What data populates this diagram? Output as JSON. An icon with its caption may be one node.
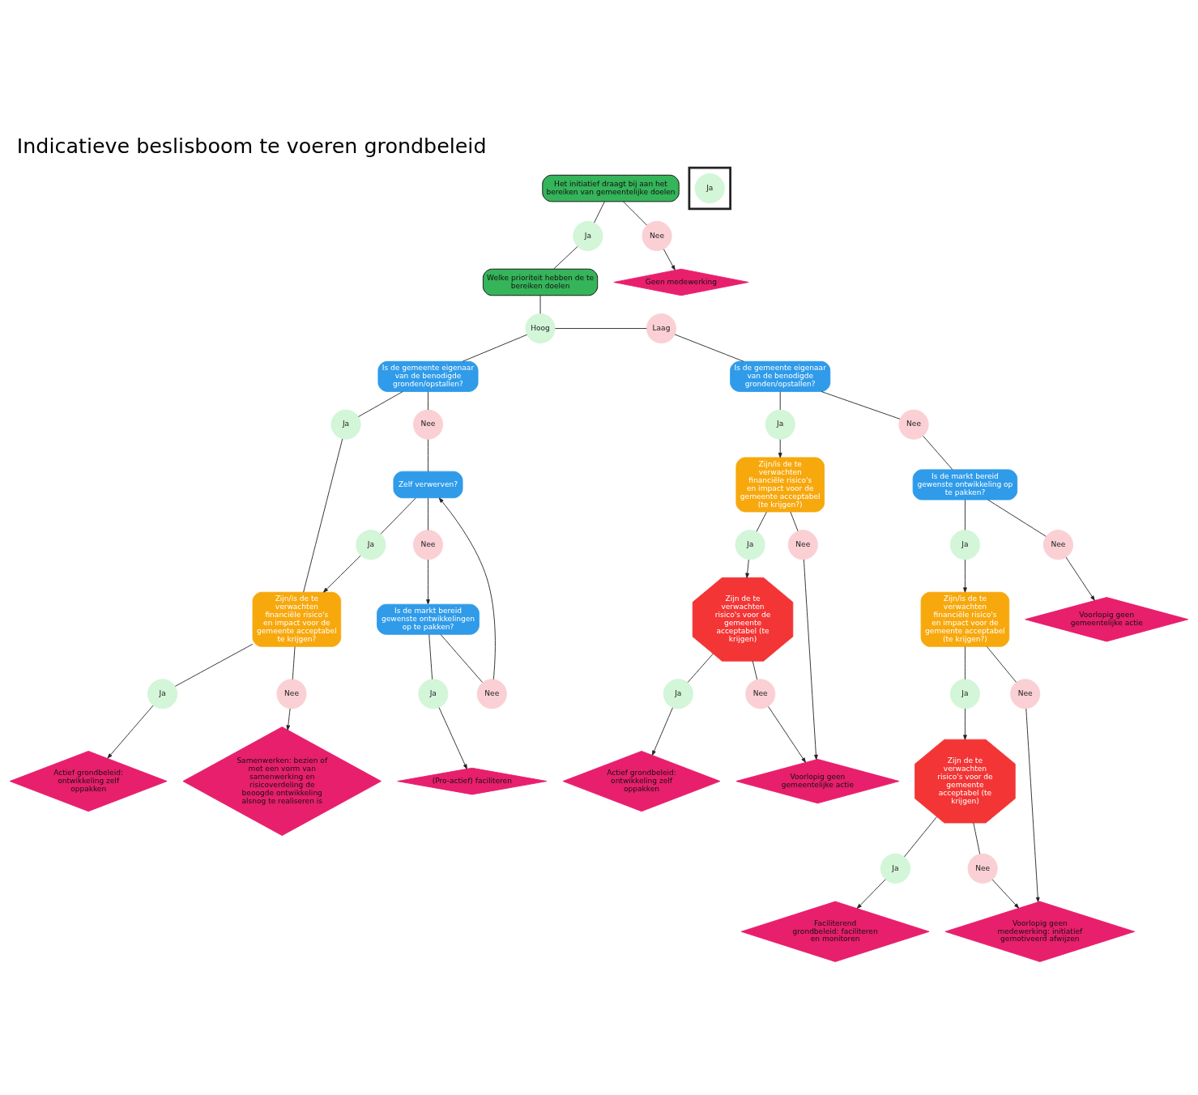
{
  "diagram": {
    "title": "Indicatieve beslisboom te voeren grondbeleid",
    "nodes": [
      {
        "text": [
          "Het initiatief draagt bij aan het bereiken van gemeentelijke doelen"
        ]
      },
      {
        "text": [
          "Ja"
        ]
      },
      {
        "text": [
          "Nee"
        ]
      },
      {
        "text": [
          "Geen medewerking"
        ]
      },
      {
        "text": [
          "Welke prioriteit hebben de te bereiken doelen"
        ]
      },
      {
        "text": [
          "Hoog"
        ]
      },
      {
        "text": [
          "Laag"
        ]
      },
      {
        "text": [
          "Is de gemeente eigenaar van de benodigde gronden/opstallen?"
        ]
      },
      {
        "text": [
          "Is de gemeente eigenaar van de benodigde gronden/opstallen?"
        ]
      },
      {
        "text": [
          "Ja"
        ]
      },
      {
        "text": [
          "Nee"
        ]
      },
      {
        "text": [
          "Ja"
        ]
      },
      {
        "text": [
          "Nee"
        ]
      },
      {
        "text": [
          "Zijn/is de te verwachten financiële risico's en impact voor de gemeente acceptabel te krijgen?"
        ]
      },
      {
        "text": [
          "Zelf verwerven?"
        ]
      },
      {
        "text": [
          "Zijn/is de te verwachten financiële risico's en impact voor de gemeente acceptabel (te krijgen?)"
        ]
      },
      {
        "text": [
          "Is de markt bereid gewenste ontwikkeling op te pakken?"
        ]
      },
      {
        "text": [
          "Ja"
        ]
      },
      {
        "text": [
          "Nee"
        ]
      },
      {
        "text": [
          "Ja"
        ]
      },
      {
        "text": [
          "Nee"
        ]
      },
      {
        "text": [
          "Ja"
        ]
      },
      {
        "text": [
          "Nee"
        ]
      },
      {
        "text": [
          "Ja"
        ]
      },
      {
        "text": [
          "Nee"
        ]
      },
      {
        "text": [
          "Actief grondbeleid: ontwikkeling zelf oppakken"
        ]
      },
      {
        "text": [
          "Samenwerken: bezien of met een vorm van samenwerking en risicoverdeling de beoogde ontwikkeling alsnog te realiseren is"
        ]
      },
      {
        "text": [
          "Is de markt bereid gewenste ontwikkelingen op te pakken?"
        ]
      },
      {
        "text": [
          "Zijn de te verwachten risico's voor de gemeente acceptabel (te krijgen)"
        ]
      },
      {
        "text": [
          "Zijn/is de te verwachten financiële risico's en impact voor de gemeente acceptabel (te krijgen?)"
        ]
      },
      {
        "text": [
          "Voorlopig geen gemeentelijke actie"
        ]
      },
      {
        "text": [
          "Ja"
        ]
      },
      {
        "text": [
          "Nee"
        ]
      },
      {
        "text": [
          "(Pro-actief) faciliteren"
        ]
      },
      {
        "text": [
          "Ja"
        ]
      },
      {
        "text": [
          "Nee"
        ]
      },
      {
        "text": [
          "Ja"
        ]
      },
      {
        "text": [
          "Nee"
        ]
      },
      {
        "text": [
          "Actief grondbeleid: ontwikkeling zelf oppakken"
        ]
      },
      {
        "text": [
          "Voorlopig geen gemeentelijke actie"
        ]
      },
      {
        "text": [
          "Zijn de te verwachten risico's voor de gemeente acceptabel (te krijgen)"
        ]
      },
      {
        "text": [
          "Ja"
        ]
      },
      {
        "text": [
          "Nee"
        ]
      },
      {
        "text": [
          "Faciliterend grondbeleid: faciliteren en monitoren"
        ]
      },
      {
        "text": [
          "Voorlopig geen medewerking: initiatief gemotiveerd afwijzen"
        ]
      },
      {
        "text": [],
        "shape": "box"
      },
      {
        "text": [
          "Ja"
        ],
        "in": 45
      }
    ],
    "edges": [
      {
        "from": 0,
        "to": 1,
        "arrow": "none"
      },
      {
        "from": 0,
        "to": 2,
        "arrow": "none"
      },
      {
        "from": 2,
        "to": 3,
        "arrow": "to"
      },
      {
        "from": 1,
        "to": 4,
        "arrow": "none"
      },
      {
        "from": 4,
        "to": 5,
        "arrow": "none"
      },
      {
        "from": 5,
        "to": 6,
        "arrow": "none"
      },
      {
        "from": 5,
        "to": 7,
        "arrow": "none"
      },
      {
        "from": 6,
        "to": 8,
        "arrow": "none"
      },
      {
        "from": 7,
        "to": 9,
        "arrow": "none"
      },
      {
        "from": 7,
        "to": 10,
        "arrow": "none"
      },
      {
        "from": 8,
        "to": 11,
        "arrow": "none"
      },
      {
        "from": 8,
        "to": 12,
        "arrow": "none"
      },
      {
        "from": 9,
        "to": 13,
        "arrow": "none"
      },
      {
        "from": 10,
        "to": 14,
        "arrow": "none"
      },
      {
        "from": 11,
        "to": 15,
        "arrow": "to"
      },
      {
        "from": 12,
        "to": 16,
        "arrow": "none"
      },
      {
        "from": 13,
        "to": 17,
        "arrow": "none"
      },
      {
        "from": 13,
        "to": 18,
        "arrow": "none"
      },
      {
        "from": 14,
        "to": 19,
        "arrow": "none"
      },
      {
        "from": 14,
        "to": 20,
        "arrow": "none"
      },
      {
        "from": 19,
        "to": 13,
        "arrow": "to"
      },
      {
        "from": 15,
        "to": 21,
        "arrow": "none"
      },
      {
        "from": 15,
        "to": 22,
        "arrow": "none"
      },
      {
        "from": 16,
        "to": 23,
        "arrow": "none"
      },
      {
        "from": 16,
        "to": 24,
        "arrow": "none"
      },
      {
        "from": 17,
        "to": 25,
        "arrow": "to"
      },
      {
        "from": 18,
        "to": 26,
        "arrow": "to"
      },
      {
        "from": 20,
        "to": 27,
        "arrow": "to"
      },
      {
        "from": 21,
        "to": 28,
        "arrow": "to"
      },
      {
        "from": 22,
        "to": 39,
        "arrow": "to"
      },
      {
        "from": 23,
        "to": 29,
        "arrow": "to"
      },
      {
        "from": 24,
        "to": 30,
        "arrow": "to"
      },
      {
        "from": 27,
        "to": 31,
        "arrow": "none"
      },
      {
        "from": 27,
        "to": 32,
        "arrow": "none"
      },
      {
        "from": 31,
        "to": 33,
        "arrow": "to"
      },
      {
        "from": 32,
        "to": 14,
        "arrow": "to"
      },
      {
        "from": 28,
        "to": 34,
        "arrow": "none"
      },
      {
        "from": 28,
        "to": 35,
        "arrow": "none"
      },
      {
        "from": 29,
        "to": 36,
        "arrow": "none"
      },
      {
        "from": 29,
        "to": 37,
        "arrow": "none"
      },
      {
        "from": 34,
        "to": 38,
        "arrow": "to"
      },
      {
        "from": 35,
        "to": 39,
        "arrow": "to"
      },
      {
        "from": 36,
        "to": 40,
        "arrow": "to"
      },
      {
        "from": 37,
        "to": 44,
        "arrow": "to"
      },
      {
        "from": 40,
        "to": 41,
        "arrow": "none"
      },
      {
        "from": 40,
        "to": 42,
        "arrow": "none"
      },
      {
        "from": 41,
        "to": 43,
        "arrow": "to"
      },
      {
        "from": 42,
        "to": 44,
        "arrow": "to"
      }
    ]
  }
}
